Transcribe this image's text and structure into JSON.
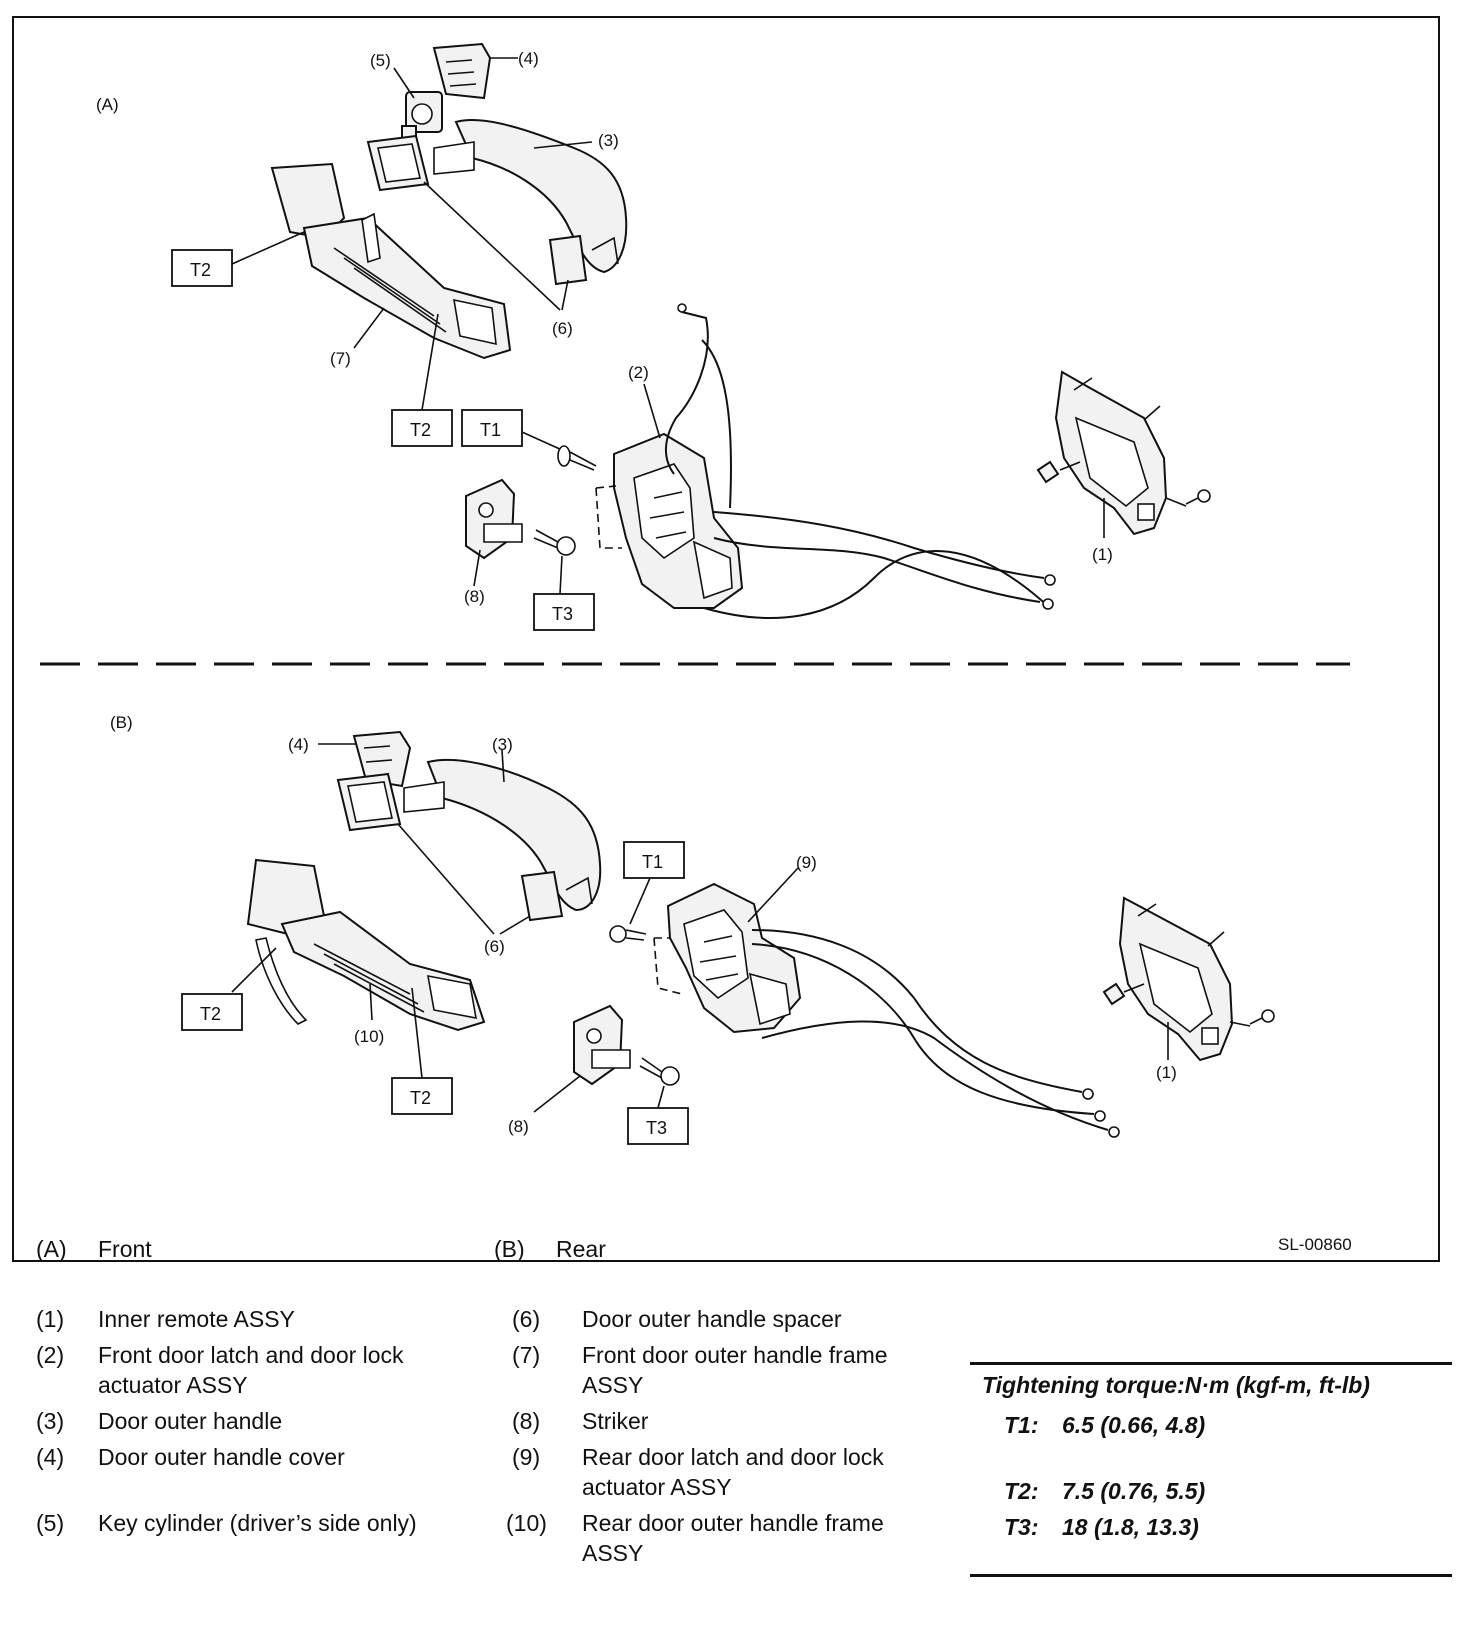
{
  "figure": {
    "code": "SL-00860",
    "front": {
      "view_label": "(A)",
      "callouts": {
        "c1": "(1)",
        "c2": "(2)",
        "c3": "(3)",
        "c4": "(4)",
        "c5": "(5)",
        "c6": "(6)",
        "c7": "(7)",
        "c8": "(8)"
      },
      "torque_boxes": {
        "t1": "T1",
        "t2a": "T2",
        "t2b": "T2",
        "t3": "T3"
      }
    },
    "rear": {
      "view_label": "(B)",
      "callouts": {
        "c1": "(1)",
        "c3": "(3)",
        "c4": "(4)",
        "c6": "(6)",
        "c8": "(8)",
        "c9": "(9)",
        "c10": "(10)"
      },
      "torque_boxes": {
        "t1": "T1",
        "t2a": "T2",
        "t2b": "T2",
        "t3": "T3"
      }
    }
  },
  "legend": {
    "views": [
      {
        "id": "(A)",
        "text": "Front"
      },
      {
        "id": "(B)",
        "text": "Rear"
      }
    ],
    "parts_left": [
      {
        "num": "(1)",
        "text": "Inner remote ASSY"
      },
      {
        "num": "(2)",
        "text": "Front door latch and door lock actuator ASSY"
      },
      {
        "num": "(3)",
        "text": "Door outer handle"
      },
      {
        "num": "(4)",
        "text": "Door outer handle cover"
      },
      {
        "num": "(5)",
        "text": "Key cylinder (driver’s side only)"
      }
    ],
    "parts_right": [
      {
        "num": "(6)",
        "text": "Door outer handle spacer"
      },
      {
        "num": "(7)",
        "text": "Front door outer handle frame ASSY"
      },
      {
        "num": "(8)",
        "text": "Striker"
      },
      {
        "num": "(9)",
        "text": "Rear door latch and door lock actuator ASSY"
      },
      {
        "num": "(10)",
        "text": "Rear door outer handle frame ASSY"
      }
    ]
  },
  "torque": {
    "title": "Tightening torque:N·m (kgf-m, ft-lb)",
    "items": [
      {
        "key": "T1:",
        "value": "6.5 (0.66, 4.8)"
      },
      {
        "key": "T2:",
        "value": "7.5 (0.76, 5.5)"
      },
      {
        "key": "T3:",
        "value": "18 (1.8, 13.3)"
      }
    ]
  }
}
